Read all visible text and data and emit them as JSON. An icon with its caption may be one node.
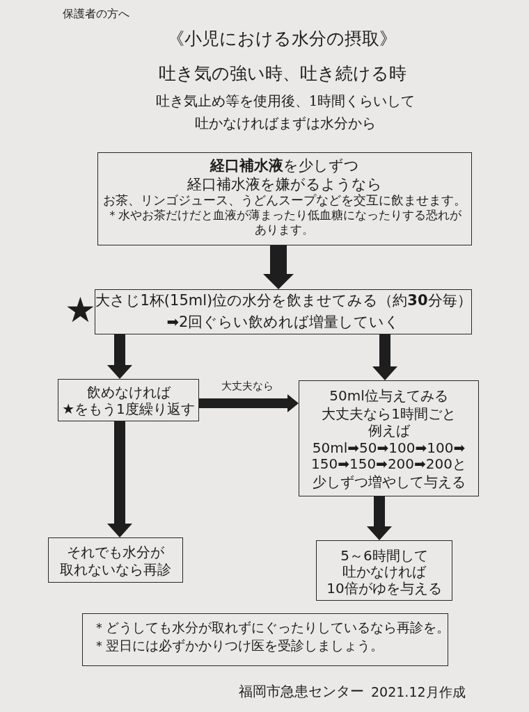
{
  "diagram": {
    "title": "《小児における水分の摂取》",
    "nodes": [
      {
        "text": [
          "**経口補水液**を少しずつ",
          "経口補水液を嫌がるようなら",
          "お茶、リンゴジュース、うどんスープなどを交互に飲ませます。",
          "＊水やお茶だけだと血液が薄まったり低血糖になったりする恐れがあります。"
        ]
      },
      {
        "text": [
          "大さじ1杯(15ml)位の水分を飲ませてみる（約**30**分毎）",
          "➡2回ぐらい飲めれば増量していく"
        ],
        "beside": [
          "★"
        ]
      },
      {
        "text": [
          "飲めなければ",
          "★をもう1度繰り返す"
        ]
      },
      {
        "text": [
          "50ml位与えてみる",
          "大丈夫なら1時間ごと",
          "例えば",
          "50ml➡50➡100➡100➡",
          "150➡150➡200➡200と",
          "少しずつ増やして与える"
        ]
      },
      {
        "text": [
          "それでも水分が",
          "取れないなら再診"
        ]
      },
      {
        "text": [
          "5～6時間して",
          "吐かなければ",
          "10倍がゆを与える"
        ]
      },
      {
        "text": [
          "＊どうしても水分が取れずにぐったりしているなら再診を。",
          "＊翌日には必ずかかりつけ医を受診しましょう。"
        ]
      }
    ],
    "edges": [
      {
        "from": 0,
        "to": 1,
        "arrow": "to"
      },
      {
        "from": 1,
        "to": 2,
        "arrow": "to"
      },
      {
        "from": 1,
        "to": 3,
        "arrow": "to"
      },
      {
        "from": 2,
        "to": 3,
        "arrow": "to",
        "label": "大丈夫なら"
      },
      {
        "from": 2,
        "to": 4,
        "arrow": "to"
      },
      {
        "from": 3,
        "to": 5,
        "arrow": "to"
      }
    ],
    "labels": [
      "保護者の方へ",
      "吐き気の強い時、吐き続ける時",
      "吐き気止め等を使用後、1時間くらいして吐かなければまずは水分から",
      "福岡市急患センター",
      "2021.12月作成"
    ]
  }
}
